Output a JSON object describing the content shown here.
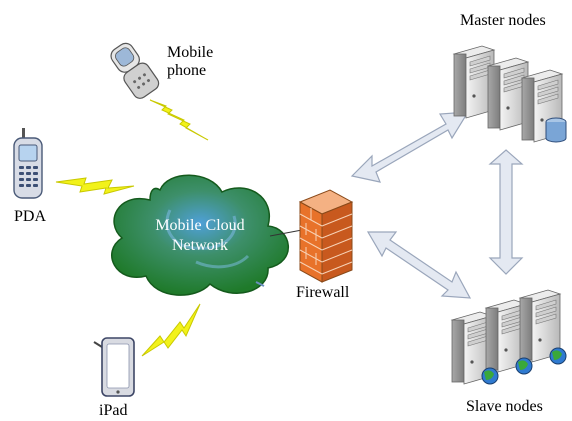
{
  "labels": {
    "mobile_phone_line1": "Mobile",
    "mobile_phone_line2": "phone",
    "pda": "PDA",
    "ipad": "iPad",
    "cloud_line1": "Mobile Cloud",
    "cloud_line2": "Network",
    "firewall": "Firewall",
    "master_nodes": "Master nodes",
    "slave_nodes": "Slave nodes"
  },
  "colors": {
    "lightning": "#f2f21a",
    "cloud": "#2e8b3a",
    "firewall": "#e8722a",
    "server_body": "#dcdcdc",
    "arrow_fill": "#e4e9f2",
    "arrow_stroke": "#9aa6bb"
  },
  "icons": {
    "mobile_phone": "flip-phone-icon",
    "pda": "pda-icon",
    "ipad": "tablet-icon",
    "firewall": "brick-wall-icon",
    "master_server": "server-icon",
    "slave_server": "server-icon"
  }
}
